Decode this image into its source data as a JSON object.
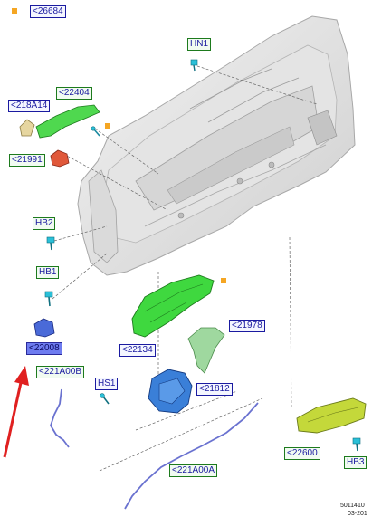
{
  "callouts": {
    "c26684": "<26684",
    "hn1": "HN1",
    "c218a14": "<218A14",
    "c22404": "<22404",
    "c21991": "<21991",
    "hb2": "HB2",
    "hb1": "HB1",
    "c22008": "<22008",
    "c221a00b": "<221A00B",
    "hs1": "HS1",
    "c22134": "<22134",
    "c21978": "<21978",
    "c21812": "<21812",
    "c221a00a": "<221A00A",
    "c22600": "<22600",
    "hb3": "HB3"
  },
  "footer": {
    "code": "5011410",
    "date": "03-201"
  },
  "colors": {
    "callout_text": "#1a1aa0",
    "callout_selected": "#6e7cf0",
    "marker_orange": "#f5a623",
    "arrow_red": "#e02020",
    "handle_green": "#3fd83f",
    "latch_blue": "#3a7fd8",
    "bracket_olive": "#b8cc3a",
    "cable_blue": "#6a72d0"
  },
  "icons": [
    "warning-marker-icon",
    "pointer-arrow-icon"
  ]
}
